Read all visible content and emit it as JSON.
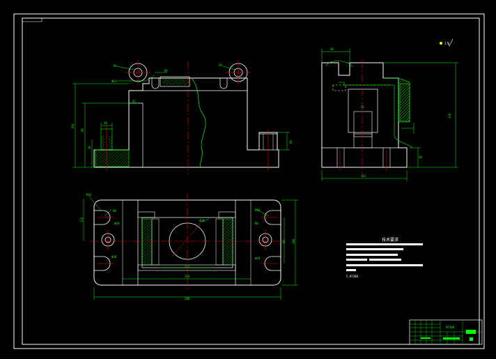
{
  "colors": {
    "background": "#000000",
    "outline": "#ffffff",
    "dimension": "#00ff00",
    "centerline": "#ff0000",
    "hatch": "#00ff00",
    "accent": "#ffff00"
  },
  "views": {
    "front": {
      "labels": [
        "R6",
        "Φ14",
        "R4",
        "50",
        "160",
        "95",
        "36",
        "40",
        "80",
        "45"
      ]
    },
    "side": {
      "labels": [
        "30",
        "130",
        "21",
        "30",
        "161"
      ]
    },
    "top": {
      "labels": [
        "R16",
        "R8",
        "Φ10",
        "Φ20",
        "Φ20",
        "R16",
        "R8",
        "Φ10",
        "110",
        "99",
        "186",
        "280",
        "116",
        "1:1"
      ]
    }
  },
  "surface_symbol": "3.2",
  "notes": {
    "title": "技术要求",
    "last_line": "5.HT200"
  },
  "title_block": {
    "material": "HT200"
  }
}
